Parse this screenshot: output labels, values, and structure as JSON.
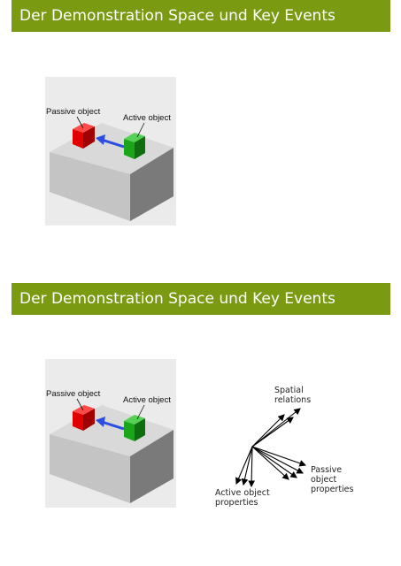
{
  "slides": [
    {
      "title": "Der Demonstration Space und Key Events",
      "figure": {
        "passive_label": "Passive object",
        "active_label": "Active object"
      }
    },
    {
      "title": "Der Demonstration Space und Key Events",
      "figure": {
        "passive_label": "Passive object",
        "active_label": "Active object"
      },
      "diagram": {
        "spatial_label": "Spatial\nrelations",
        "passive_props_label": "Passive\nobject\nproperties",
        "active_props_label": "Active object\nproperties"
      }
    }
  ],
  "colors": {
    "title_bar": "#7a9a12",
    "passive_cube": "#e00000",
    "active_cube": "#1aa51a",
    "arrow": "#2b4de0"
  }
}
